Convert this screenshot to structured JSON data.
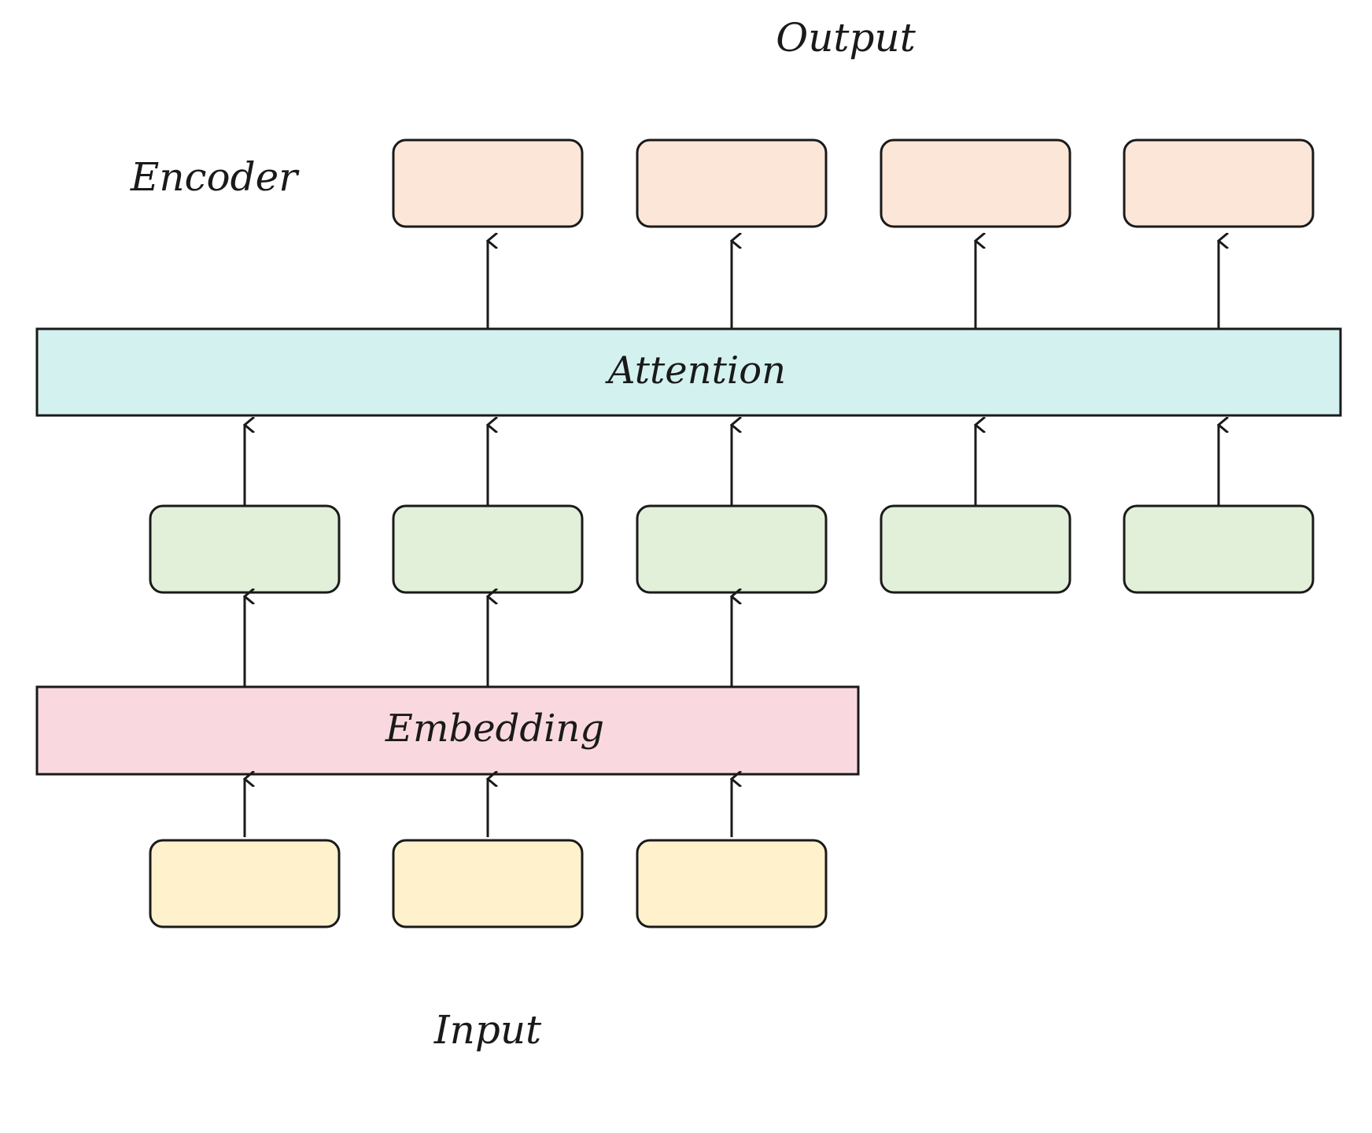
{
  "labels": {
    "output": "Output",
    "encoder": "Encoder",
    "attention": "Attention",
    "embedding": "Embedding",
    "input": "Input"
  },
  "colors": {
    "output_box": "#fce6d8",
    "attention_bar": "#d3f1ef",
    "hidden_box": "#e2efd9",
    "embedding_bar": "#f9d9df",
    "input_box": "#fff1cc",
    "stroke": "#1a1a1a"
  },
  "counts": {
    "output_boxes": 4,
    "hidden_boxes": 5,
    "input_boxes": 3
  }
}
